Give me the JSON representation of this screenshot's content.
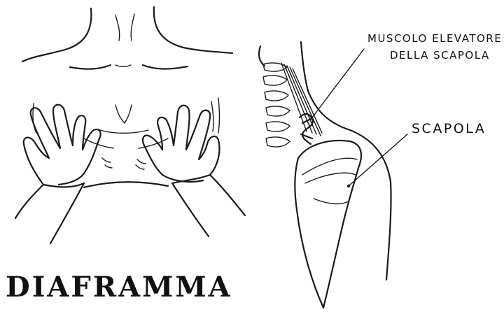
{
  "labels": {
    "title": "DIAFRAMMA",
    "muscle_line1": "MUSCOLO ELEVATORE",
    "muscle_line2": "DELLA SCAPOLA",
    "scapula": "SCAPOLA"
  },
  "colors": {
    "ink": "#1a1a1a",
    "background": "#ffffff"
  }
}
